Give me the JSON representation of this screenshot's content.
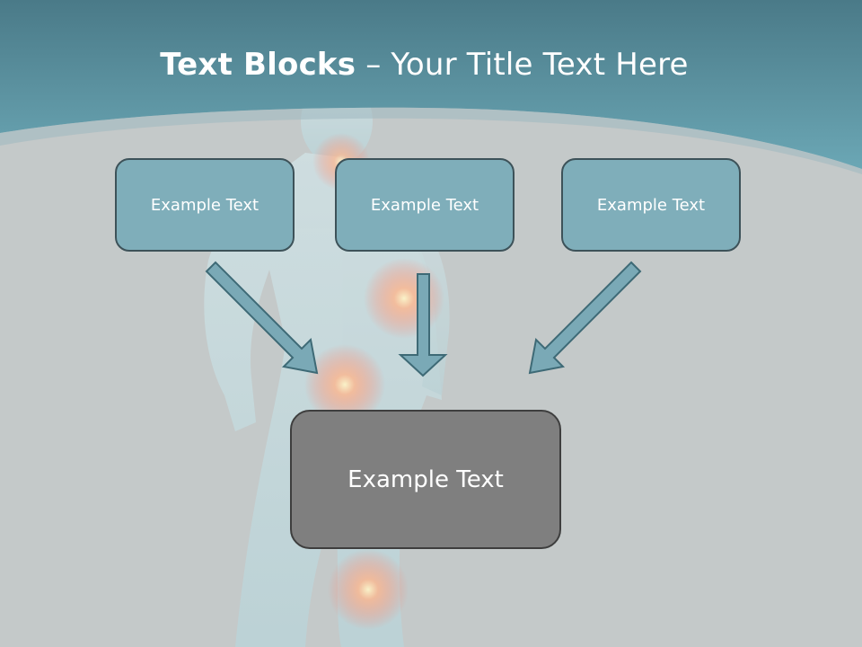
{
  "title": {
    "bold": "Text Blocks",
    "separator": " – ",
    "regular": "Your Title Text Here"
  },
  "blocks": {
    "top": [
      "Example Text",
      "Example Text",
      "Example Text"
    ],
    "bottom": "Example Text"
  },
  "colors": {
    "header": "#4f8797",
    "background": "#c4c9c9",
    "block_fill": "#7faeba",
    "block_border": "#3d5259",
    "bottom_fill": "#7f7f7f",
    "arrow_fill": "#7aa9b6",
    "glow": "#ff8a5c"
  }
}
